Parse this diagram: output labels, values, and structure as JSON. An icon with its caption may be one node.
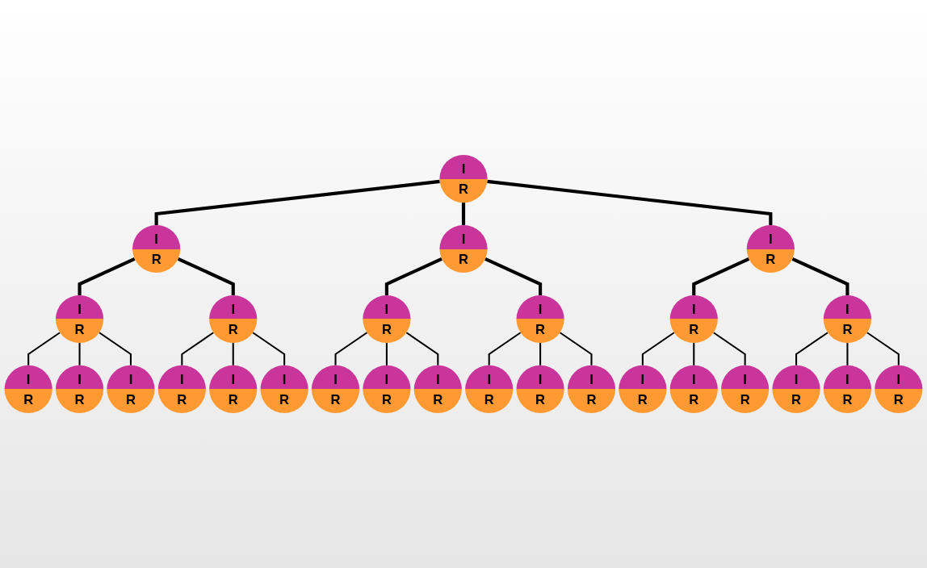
{
  "diagram": {
    "nodes": [
      {
        "text": [
          "I",
          "R"
        ]
      },
      {
        "text": [
          "I",
          "R"
        ]
      },
      {
        "text": [
          "I",
          "R"
        ]
      },
      {
        "text": [
          "I",
          "R"
        ]
      },
      {
        "text": [
          "I",
          "R"
        ]
      },
      {
        "text": [
          "I",
          "R"
        ]
      },
      {
        "text": [
          "I",
          "R"
        ]
      },
      {
        "text": [
          "I",
          "R"
        ]
      },
      {
        "text": [
          "I",
          "R"
        ]
      },
      {
        "text": [
          "I",
          "R"
        ]
      },
      {
        "text": [
          "I",
          "R"
        ]
      },
      {
        "text": [
          "I",
          "R"
        ]
      },
      {
        "text": [
          "I",
          "R"
        ]
      },
      {
        "text": [
          "I",
          "R"
        ]
      },
      {
        "text": [
          "I",
          "R"
        ]
      },
      {
        "text": [
          "I",
          "R"
        ]
      },
      {
        "text": [
          "I",
          "R"
        ]
      },
      {
        "text": [
          "I",
          "R"
        ]
      },
      {
        "text": [
          "I",
          "R"
        ]
      },
      {
        "text": [
          "I",
          "R"
        ]
      },
      {
        "text": [
          "I",
          "R"
        ]
      },
      {
        "text": [
          "I",
          "R"
        ]
      },
      {
        "text": [
          "I",
          "R"
        ]
      },
      {
        "text": [
          "I",
          "R"
        ]
      },
      {
        "text": [
          "I",
          "R"
        ]
      },
      {
        "text": [
          "I",
          "R"
        ]
      },
      {
        "text": [
          "I",
          "R"
        ]
      },
      {
        "text": [
          "I",
          "R"
        ]
      }
    ],
    "edges": [
      {
        "from": 0,
        "to": 1,
        "arrow": "none",
        "style": "thick"
      },
      {
        "from": 0,
        "to": 2,
        "arrow": "none",
        "style": "thick"
      },
      {
        "from": 0,
        "to": 3,
        "arrow": "none",
        "style": "thick"
      },
      {
        "from": 1,
        "to": 4,
        "arrow": "none",
        "style": "thick"
      },
      {
        "from": 1,
        "to": 5,
        "arrow": "none",
        "style": "thick"
      },
      {
        "from": 2,
        "to": 6,
        "arrow": "none",
        "style": "thick"
      },
      {
        "from": 2,
        "to": 7,
        "arrow": "none",
        "style": "thick"
      },
      {
        "from": 3,
        "to": 8,
        "arrow": "none",
        "style": "thick"
      },
      {
        "from": 3,
        "to": 9,
        "arrow": "none",
        "style": "thick"
      },
      {
        "from": 4,
        "to": 10,
        "arrow": "none"
      },
      {
        "from": 4,
        "to": 11,
        "arrow": "none"
      },
      {
        "from": 4,
        "to": 12,
        "arrow": "none"
      },
      {
        "from": 5,
        "to": 13,
        "arrow": "none"
      },
      {
        "from": 5,
        "to": 14,
        "arrow": "none"
      },
      {
        "from": 5,
        "to": 15,
        "arrow": "none"
      },
      {
        "from": 6,
        "to": 16,
        "arrow": "none"
      },
      {
        "from": 6,
        "to": 17,
        "arrow": "none"
      },
      {
        "from": 6,
        "to": 18,
        "arrow": "none"
      },
      {
        "from": 7,
        "to": 19,
        "arrow": "none"
      },
      {
        "from": 7,
        "to": 20,
        "arrow": "none"
      },
      {
        "from": 7,
        "to": 21,
        "arrow": "none"
      },
      {
        "from": 8,
        "to": 22,
        "arrow": "none"
      },
      {
        "from": 8,
        "to": 23,
        "arrow": "none"
      },
      {
        "from": 8,
        "to": 24,
        "arrow": "none"
      },
      {
        "from": 9,
        "to": 25,
        "arrow": "none"
      },
      {
        "from": 9,
        "to": 26,
        "arrow": "none"
      },
      {
        "from": 9,
        "to": 27,
        "arrow": "none"
      }
    ]
  }
}
